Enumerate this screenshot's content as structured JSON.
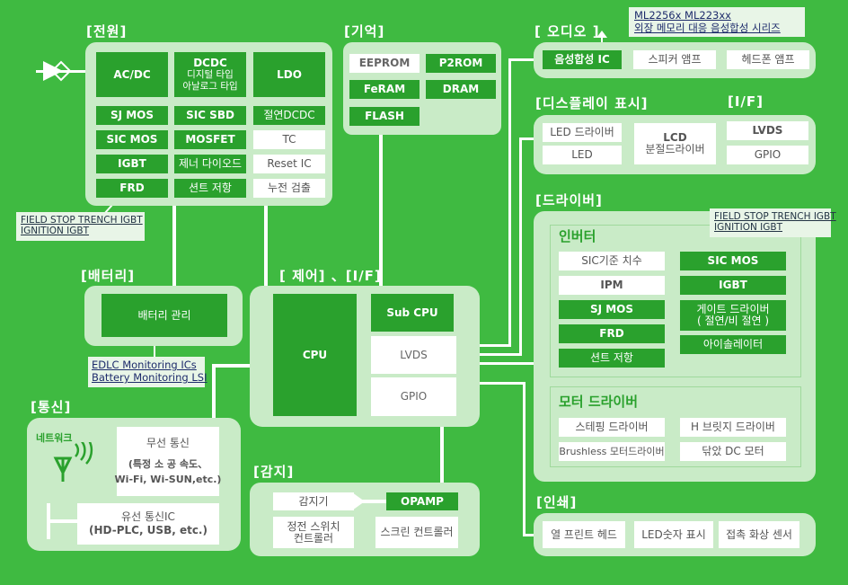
{
  "power": {
    "title": "[전원]",
    "acdc": "AC/DC",
    "dcdc_title": "DCDC",
    "dcdc_digital": "디지털 타입",
    "dcdc_analog": "아날로그 타입",
    "ldo": "LDO",
    "sj_mos": "SJ MOS",
    "sic_sbd": "SIC SBD",
    "isolated_dcdc": "절연DCDC",
    "sic_mos": "SIC MOS",
    "mosfet": "MOSFET",
    "tc": "TC",
    "igbt": "IGBT",
    "zener": "제너 다이오드",
    "reset_ic": "Reset IC",
    "frd": "FRD",
    "shunt": "션트 저항",
    "leak": "누전 검출",
    "note_lines": [
      "FIELD STOP TRENCH IGBT",
      "IGNITION IGBT"
    ]
  },
  "memory": {
    "title": "[기억]",
    "eeprom": "EEPROM",
    "p2rom": "P2ROM",
    "feram": "FeRAM",
    "dram": "DRAM",
    "flash": "FLASH"
  },
  "audio": {
    "title": "[ 오디오 ]",
    "note_line1": "ML2256x   ML223xx",
    "note_line2": "외장 메모리 대응 음성합성 시리즈",
    "speech_ic": "음성합성 IC",
    "speaker_amp": "스피커 앰프",
    "headphone_amp": "헤드폰 앰프"
  },
  "display": {
    "title": "[디스플레이 표시]",
    "if_title": "[I/F]",
    "led_driver": "LED 드라이버",
    "led": "LED",
    "lcd_line1": "LCD",
    "lcd_line2": "분절드라이버",
    "lvds": "LVDS",
    "gpio": "GPIO"
  },
  "driver": {
    "title": "[드라이버]",
    "note_lines": [
      "FIELD STOP TRENCH IGBT",
      "IGNITION IGBT"
    ],
    "inverter": {
      "title": "인버터",
      "sic_std": "SIC기준 치수",
      "sic_mos": "SIC MOS",
      "ipm": "IPM",
      "igbt": "IGBT",
      "sj_mos": "SJ MOS",
      "gate_line1": "게이트 드라이버",
      "gate_line2": "( 절연/비 절연 )",
      "frd": "FRD",
      "isolator": "아이솔레이터",
      "shunt": "션트 저항"
    },
    "motor": {
      "title": "모터 드라이버",
      "stepping": "스테핑 드라이버",
      "h_bridge": "H 브릿지 드라이버",
      "brushless": "Brushless 모터드라이버",
      "brushed": "닦았 DC 모터"
    }
  },
  "battery": {
    "title": "[배터리]",
    "mgmt": "배터리 관리",
    "note_lines": [
      "EDLC Monitoring ICs",
      "Battery Monitoring LSI"
    ]
  },
  "control": {
    "title": "[ 제어] 、[I/F]",
    "cpu": "CPU",
    "sub_cpu": "Sub CPU",
    "lvds": "LVDS",
    "gpio": "GPIO"
  },
  "comm": {
    "title": "[통신]",
    "network": "네트워크",
    "wireless_title": "무선 통신",
    "wireless_line1": "(특정 소 공 속도、",
    "wireless_line2": "Wi-Fi, Wi-SUN,etc.)",
    "wired_title": "유선 통신IC",
    "wired_line2": "(HD-PLC, USB, etc.)"
  },
  "sense": {
    "title": "[감지]",
    "sensor": "감지기",
    "opamp": "OPAMP",
    "cap_line1": "정전 스위치",
    "cap_line2": "컨트롤러",
    "screen_ctrl": "스크린 컨트롤러"
  },
  "print": {
    "title": "[인쇄]",
    "thermal_head": "열 프린트 헤드",
    "led_digit": "LED숫자 표시",
    "contact_sensor": "접촉 화상 센서"
  }
}
